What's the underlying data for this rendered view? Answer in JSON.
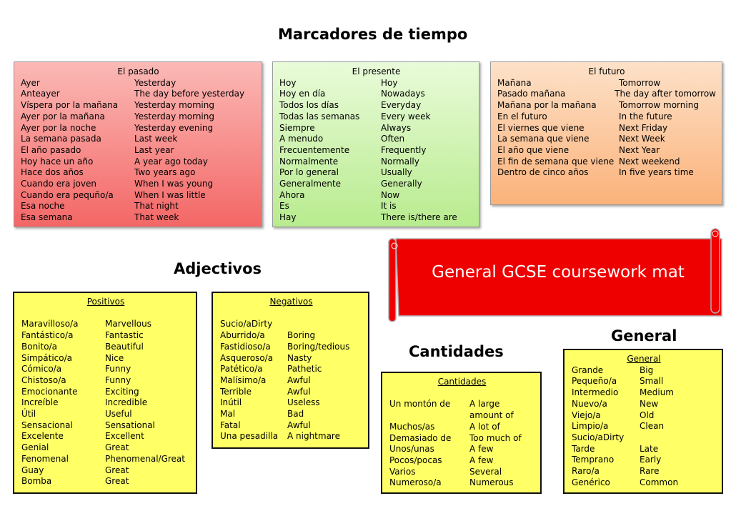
{
  "headings": {
    "main": "Marcadores de tiempo",
    "adjectives": "Adjectivos",
    "quantities": "Cantidades",
    "general": "General"
  },
  "banner": {
    "text": "General GCSE coursework mat",
    "color": "#ee0000"
  },
  "colors": {
    "pink": "#f36766",
    "green": "#b8eb8e",
    "orange": "#fbb27a",
    "yellow": "#ffff66"
  },
  "past": {
    "title": "El pasado",
    "rows": [
      [
        "Ayer",
        "Yesterday"
      ],
      [
        "Anteayer",
        "The day before yesterday"
      ],
      [
        "Víspera por la mañana",
        "Yesterday morning"
      ],
      [
        "Ayer por la mañana",
        "Yesterday morning"
      ],
      [
        "Ayer por la noche",
        "Yesterday evening"
      ],
      [
        "La semana pasada",
        "Last week"
      ],
      [
        "El año pasado",
        "Last year"
      ],
      [
        "Hoy hace un año",
        "A year ago today"
      ],
      [
        "Hace dos años",
        "Two years ago"
      ],
      [
        "Cuando era joven",
        "When I was young"
      ],
      [
        "Cuando era pequño/a",
        "When I was little"
      ],
      [
        "Esa noche",
        "That night"
      ],
      [
        "Esa semana",
        "That week"
      ]
    ]
  },
  "present": {
    "title": "El presente",
    "rows": [
      [
        "Hoy",
        "Hoy"
      ],
      [
        "Hoy en día",
        "Nowadays"
      ],
      [
        "Todos los días",
        "Everyday"
      ],
      [
        "Todas las semanas",
        "Every week"
      ],
      [
        "Siempre",
        "Always"
      ],
      [
        "A menudo",
        "Often"
      ],
      [
        "Frecuentemente",
        "Frequently"
      ],
      [
        "Normalmente",
        "Normally"
      ],
      [
        "Por lo general",
        "Usually"
      ],
      [
        "Generalmente",
        "Generally"
      ],
      [
        "Ahora",
        "Now"
      ],
      [
        "Es",
        "It is"
      ],
      [
        "Hay",
        "There is/there are"
      ]
    ]
  },
  "future": {
    "title": "El futuro",
    "rows": [
      [
        "Mañana",
        "Tomorrow"
      ],
      [
        "Pasado mañana",
        "The day after tomorrow"
      ],
      [
        "Mañana por la mañana",
        "Tomorrow morning"
      ],
      [
        "En el futuro",
        "In the future"
      ],
      [
        "El viernes que viene",
        "Next Friday"
      ],
      [
        "La semana que viene",
        "Next Week"
      ],
      [
        "El año que viene",
        "Next Year"
      ],
      [
        "El fin de semana que viene",
        "Next weekend"
      ],
      [
        "Dentro de cinco años",
        "In five years time"
      ]
    ]
  },
  "positivos": {
    "title": "Positivos",
    "rows": [
      [
        "Maravilloso/a",
        "Marvellous"
      ],
      [
        "Fantástico/a",
        "Fantastic"
      ],
      [
        "Bonito/a",
        "Beautiful"
      ],
      [
        "Simpático/a",
        "Nice"
      ],
      [
        "Cómico/a",
        "Funny"
      ],
      [
        "Chistoso/a",
        "Funny"
      ],
      [
        "Emocionante",
        "Exciting"
      ],
      [
        "Increíble",
        "Incredible"
      ],
      [
        "Útil",
        "Useful"
      ],
      [
        "Sensacional",
        "Sensational"
      ],
      [
        "Excelente",
        "Excellent"
      ],
      [
        "Genial",
        "Great"
      ],
      [
        "Fenomenal",
        "Phenomenal/Great"
      ],
      [
        "Guay",
        "Great"
      ],
      [
        "Bomba",
        "Great"
      ]
    ]
  },
  "negativos": {
    "title": "Negativos",
    "rows": [
      [
        "Sucio/aDirty",
        ""
      ],
      [
        "Aburrido/a",
        "Boring"
      ],
      [
        "Fastidioso/a",
        "Boring/tedious"
      ],
      [
        "Asqueroso/a",
        "Nasty"
      ],
      [
        "Patético/a",
        "Pathetic"
      ],
      [
        "Malísimo/a",
        "Awful"
      ],
      [
        "Terrible",
        "Awful"
      ],
      [
        "Inútil",
        "Useless"
      ],
      [
        "Mal",
        "Bad"
      ],
      [
        "Fatal",
        "Awful"
      ],
      [
        "Una pesadilla",
        "A nightmare"
      ]
    ]
  },
  "cantidades": {
    "title": "Cantidades",
    "rows": [
      [
        "Un montón de",
        "A large"
      ],
      [
        "",
        "amount of"
      ],
      [
        "Muchos/as",
        "A lot of"
      ],
      [
        "Demasiado de",
        "Too much of"
      ],
      [
        "Unos/unas",
        "A few"
      ],
      [
        "Pocos/pocas",
        "A few"
      ],
      [
        "Varios",
        "Several"
      ],
      [
        "Numeroso/a",
        "Numerous"
      ]
    ]
  },
  "general": {
    "title": "General",
    "rows": [
      [
        "Grande",
        "Big"
      ],
      [
        "Pequeño/a",
        "Small"
      ],
      [
        "Intermedio",
        "Medium"
      ],
      [
        "Nuevo/a",
        "New"
      ],
      [
        "Viejo/a",
        "Old"
      ],
      [
        "Limpio/a",
        "Clean"
      ],
      [
        "Sucio/aDirty",
        ""
      ],
      [
        "Tarde",
        "Late"
      ],
      [
        "Temprano",
        "Early"
      ],
      [
        "Raro/a",
        "Rare"
      ],
      [
        "Genérico",
        "Common"
      ]
    ]
  }
}
